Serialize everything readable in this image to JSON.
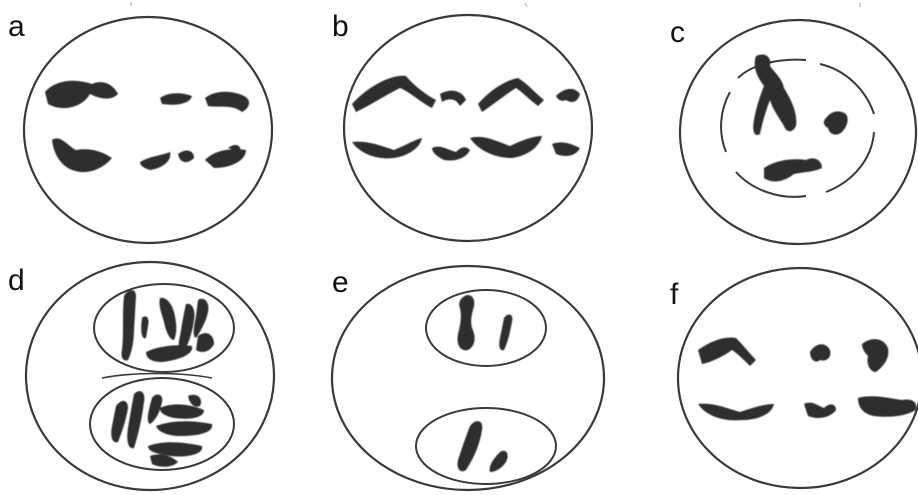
{
  "figure": {
    "colors": {
      "background": "#ffffff",
      "outline": "#3a3a3a",
      "chromosome": "#2e2e2e"
    },
    "panels": [
      {
        "label": "a"
      },
      {
        "label": "b"
      },
      {
        "label": "c"
      },
      {
        "label": "d"
      },
      {
        "label": "e"
      },
      {
        "label": "f"
      }
    ]
  }
}
